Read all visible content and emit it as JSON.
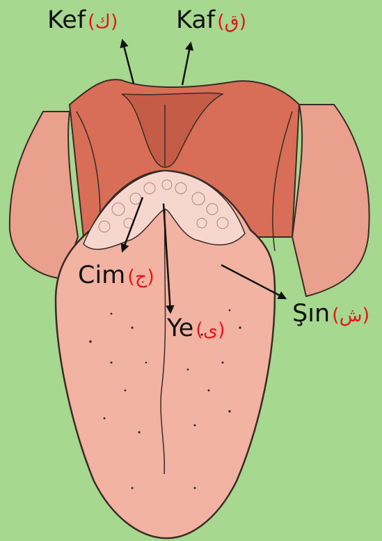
{
  "labels": {
    "kef": {
      "latin": "Kef",
      "arabic": "(ك)"
    },
    "kaf": {
      "latin": "Kaf",
      "arabic": "(ق)"
    },
    "cim": {
      "latin": "Cim",
      "arabic": "(ج)"
    },
    "ye": {
      "latin": "Ye",
      "arabic": "(ى)"
    },
    "sin": {
      "latin": "Şın",
      "arabic": "(ش)"
    }
  },
  "colors": {
    "background": "#a6d88f",
    "arabic_text": "#e8141b",
    "tongue": "#f2b3a2",
    "throat": "#d86e57",
    "outline": "#3a2a26"
  }
}
